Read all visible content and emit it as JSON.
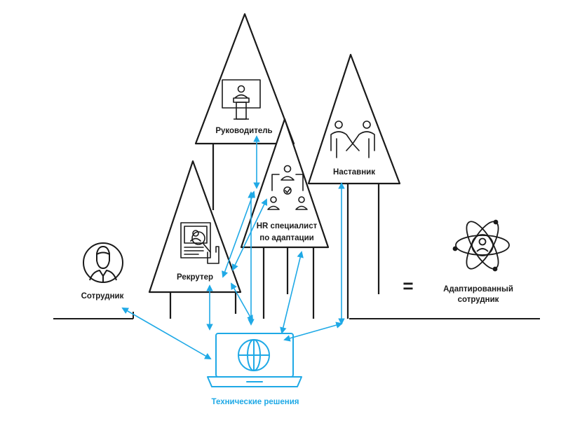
{
  "labels": {
    "manager": "Руководитель",
    "mentor": "Наставник",
    "hr_line1": "HR специалист",
    "hr_line2": "по адаптации",
    "recruiter": "Рекрутер",
    "employee": "Сотрудник",
    "equals": "=",
    "adapted_line1": "Адаптированный",
    "adapted_line2": "сотрудник",
    "tech": "Технические решения"
  },
  "icons": {
    "manager": "podium-speaker-icon",
    "mentor": "handshake-icon",
    "hr": "team-org-icon",
    "recruiter": "resume-hand-icon",
    "employee": "person-avatar-icon",
    "adapted": "atom-person-icon",
    "tech": "laptop-globe-icon"
  },
  "colors": {
    "line": "#1a1a1a",
    "accent": "#1fa9e6"
  }
}
